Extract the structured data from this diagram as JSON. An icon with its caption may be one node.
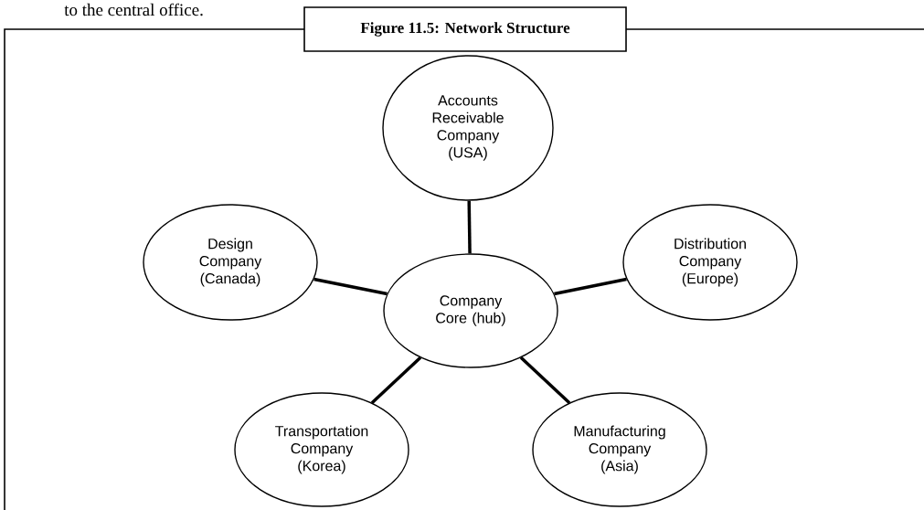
{
  "diagram": {
    "title": "Figure 11.5: Network Structure",
    "nodes": [
      {
        "text": [
          "Accounts Receivable Company (USA)"
        ]
      },
      {
        "text": [
          "Design Company (Canada)"
        ]
      },
      {
        "text": [
          "Distribution Company (Europe)"
        ]
      },
      {
        "text": [
          "Company Core (hub)"
        ]
      },
      {
        "text": [
          "Transportation Company (Korea)"
        ]
      },
      {
        "text": [
          "Manufacturing Company (Asia)"
        ]
      }
    ],
    "edges": [
      {
        "from": 3,
        "to": 0,
        "arrow": "none"
      },
      {
        "from": 3,
        "to": 1,
        "arrow": "none"
      },
      {
        "from": 3,
        "to": 2,
        "arrow": "none"
      },
      {
        "from": 3,
        "to": 4,
        "arrow": "none"
      },
      {
        "from": 3,
        "to": 5,
        "arrow": "none"
      }
    ],
    "labels": [
      "to the central office."
    ]
  }
}
